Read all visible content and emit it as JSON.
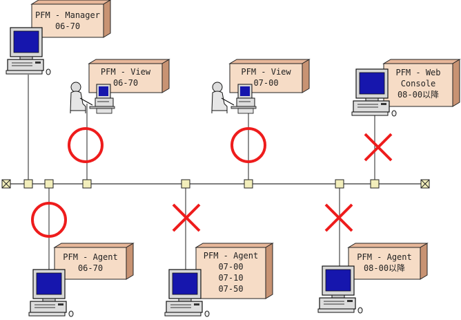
{
  "nodes": [
    {
      "id": "manager",
      "lines": [
        "PFM - Manager",
        "06-70"
      ]
    },
    {
      "id": "view-0670",
      "lines": [
        "PFM - View",
        "06-70"
      ],
      "compat": "ok"
    },
    {
      "id": "view-0700",
      "lines": [
        "PFM - View",
        "07-00"
      ],
      "compat": "ok"
    },
    {
      "id": "web-console",
      "lines": [
        "PFM - Web",
        "Console",
        "08-00以降"
      ],
      "compat": "ng"
    },
    {
      "id": "agent-0670",
      "lines": [
        "PFM - Agent",
        "06-70"
      ],
      "compat": "ok"
    },
    {
      "id": "agent-07",
      "lines": [
        "PFM - Agent",
        "07-00",
        "07-10",
        "07-50"
      ],
      "compat": "ng"
    },
    {
      "id": "agent-0800",
      "lines": [
        "PFM - Agent",
        "08-00以降"
      ],
      "compat": "ng"
    }
  ],
  "colors": {
    "box_face": "#f6dcc6",
    "box_side": "#c89373",
    "box_top": "#e7b79a",
    "bus": "#555555",
    "node": "#f2eebb",
    "mark": "#ee1c1c"
  }
}
